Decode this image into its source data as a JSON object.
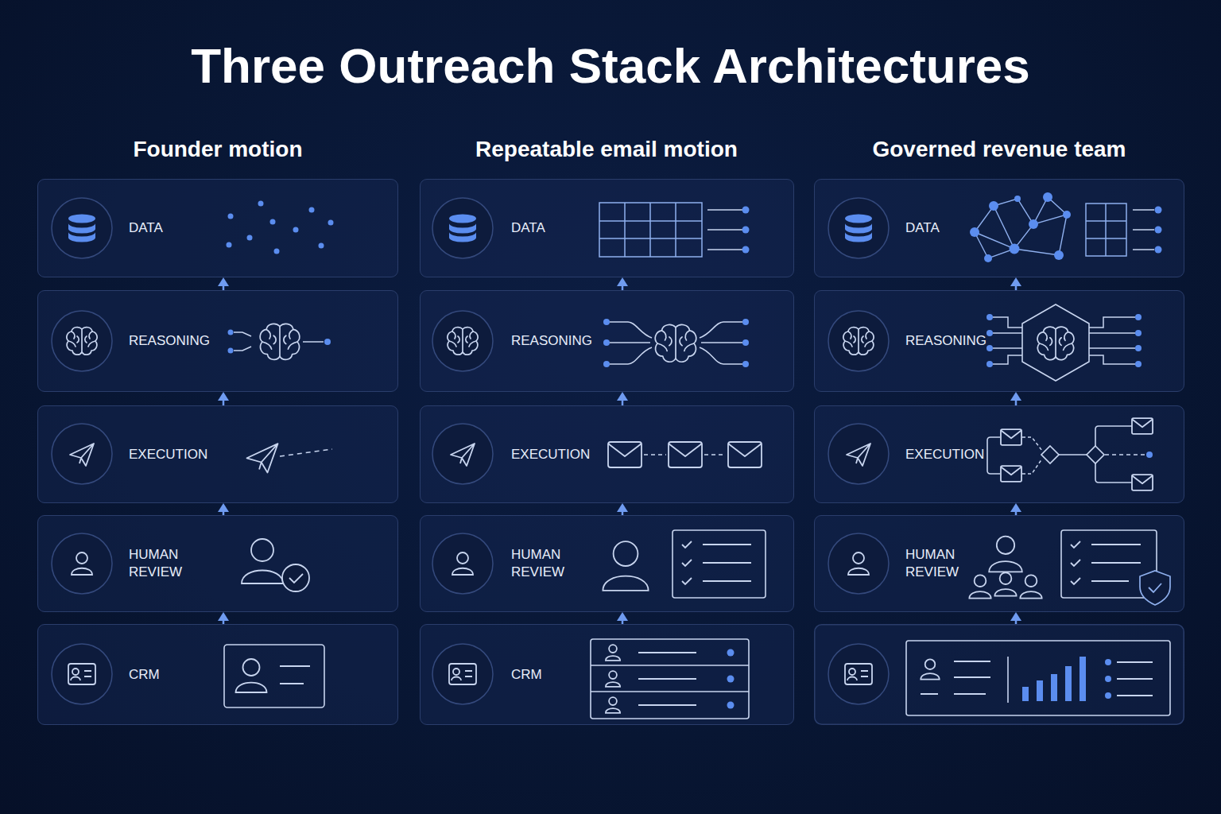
{
  "diagram": {
    "title": "Three Outreach Stack Architectures",
    "nodes": [
      {
        "text": [
          "DATA"
        ]
      },
      {
        "text": [
          "REASONING"
        ]
      },
      {
        "text": [
          "EXECUTION"
        ]
      },
      {
        "text": [
          "HUMAN REVIEW"
        ]
      },
      {
        "text": [
          "CRM"
        ]
      },
      {
        "text": [
          "DATA"
        ]
      },
      {
        "text": [
          "REASONING"
        ]
      },
      {
        "text": [
          "EXECUTION"
        ]
      },
      {
        "text": [
          "HUMAN REVIEW"
        ]
      },
      {
        "text": [
          "CRM"
        ]
      },
      {
        "text": [
          "DATA"
        ]
      },
      {
        "text": [
          "REASONING"
        ]
      },
      {
        "text": [
          "EXECUTION"
        ]
      },
      {
        "text": [
          "HUMAN REVIEW"
        ]
      }
    ],
    "edges": [
      {
        "from": 4,
        "to": 3,
        "arrow": "to"
      },
      {
        "from": 3,
        "to": 2,
        "arrow": "to"
      },
      {
        "from": 2,
        "to": 1,
        "arrow": "to"
      },
      {
        "from": 1,
        "to": 0,
        "arrow": "to"
      },
      {
        "from": 9,
        "to": 8,
        "arrow": "to"
      },
      {
        "from": 8,
        "to": 7,
        "arrow": "to"
      },
      {
        "from": 7,
        "to": 6,
        "arrow": "to"
      },
      {
        "from": 6,
        "to": 5,
        "arrow": "to"
      },
      {
        "from": 13,
        "to": 12,
        "arrow": "to"
      },
      {
        "from": 12,
        "to": 11,
        "arrow": "to"
      },
      {
        "from": 11,
        "to": 10,
        "arrow": "to"
      }
    ],
    "labels": [
      "Founder motion",
      "Repeatable email motion",
      "Governed revenue team"
    ]
  }
}
